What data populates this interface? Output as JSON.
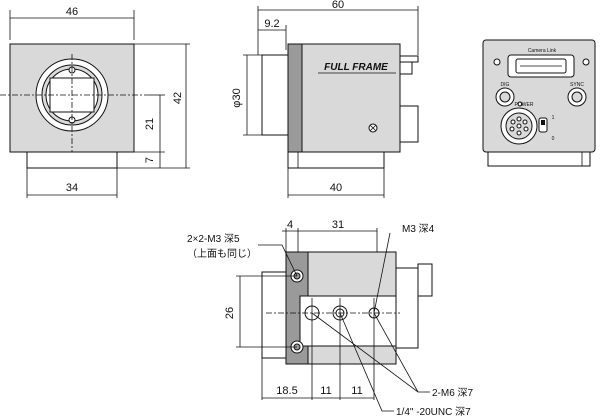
{
  "front_view": {
    "width_dim": "46",
    "height_dim": "42",
    "center_height_dim": "21",
    "base_dim": "7",
    "base_width_dim": "34"
  },
  "side_view": {
    "length_dim": "60",
    "lens_mount_dim": "9.2",
    "diameter_dim": "φ30",
    "base_length_dim": "40",
    "logo_text": "FULL FRAME"
  },
  "rear_view": {
    "connector_label": "Camera Link",
    "left_port_label": "DIG",
    "right_port_label": "SYNC",
    "power_label": "POWER",
    "switch_on": "1",
    "switch_off": "0"
  },
  "bottom_view": {
    "offset_dim": "4",
    "hole_span_dim": "31",
    "height_dim": "26",
    "dim_18_5": "18.5",
    "dim_11_a": "11",
    "dim_11_b": "11",
    "note_m3_top": "2×2-M3 深5",
    "note_same_top": "（上面も同じ）",
    "note_m3_depth4": "M3 深4",
    "note_m6": "2-M6 深7",
    "note_tripod": "1/4\" -20UNC 深7"
  }
}
